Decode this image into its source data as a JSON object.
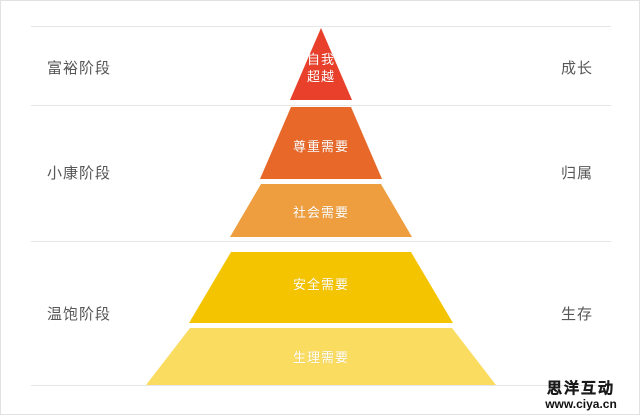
{
  "chart_data": {
    "type": "pyramid",
    "title": "",
    "levels": [
      {
        "label": "自我超越",
        "color": "#E8402A",
        "rank": 5,
        "text_lines": [
          "自我",
          "超越"
        ]
      },
      {
        "label": "尊重需要",
        "color": "#E8682A",
        "rank": 4,
        "text_lines": [
          "尊重需要"
        ]
      },
      {
        "label": "社会需要",
        "color": "#EE9E3E",
        "rank": 3,
        "text_lines": [
          "社会需要"
        ]
      },
      {
        "label": "安全需要",
        "color": "#F5C400",
        "rank": 2,
        "text_lines": [
          "安全需要"
        ]
      },
      {
        "label": "生理需要",
        "color": "#FADC60",
        "rank": 1,
        "text_lines": [
          "生理需要"
        ]
      }
    ],
    "left_axis_label": "",
    "right_axis_label": "",
    "left_groups": [
      {
        "label": "富裕阶段",
        "covers": [
          "自我超越"
        ]
      },
      {
        "label": "小康阶段",
        "covers": [
          "尊重需要",
          "社会需要"
        ]
      },
      {
        "label": "温饱阶段",
        "covers": [
          "安全需要",
          "生理需要"
        ]
      }
    ],
    "right_groups": [
      {
        "label": "成长",
        "covers": [
          "自我超越"
        ]
      },
      {
        "label": "归属",
        "covers": [
          "尊重需要",
          "社会需要"
        ]
      },
      {
        "label": "生存",
        "covers": [
          "安全需要",
          "生理需要"
        ]
      }
    ],
    "grid": true,
    "legend": "none"
  },
  "pyramid": {
    "bands": [
      {
        "name": "self-transcendence",
        "text": "自我\n超越",
        "line1": "自我",
        "line2": "超越",
        "color": "#E8402A"
      },
      {
        "name": "esteem-needs",
        "text": "尊重需要",
        "color": "#E8682A"
      },
      {
        "name": "social-needs",
        "text": "社会需要",
        "color": "#EE9E3E"
      },
      {
        "name": "safety-needs",
        "text": "安全需要",
        "color": "#F5C400"
      },
      {
        "name": "physiological-needs",
        "text": "生理需要",
        "color": "#FADC60"
      }
    ]
  },
  "left_labels": [
    {
      "text": "富裕阶段"
    },
    {
      "text": "小康阶段"
    },
    {
      "text": "温饱阶段"
    }
  ],
  "right_labels": [
    {
      "text": "成长"
    },
    {
      "text": "归属"
    },
    {
      "text": "生存"
    }
  ],
  "watermark": {
    "brand": "思洋互动",
    "url": "www.ciya.cn"
  },
  "colors": {
    "level5": "#E8402A",
    "level4": "#E8682A",
    "level3": "#EE9E3E",
    "level2": "#F5C400",
    "level1": "#FADC60",
    "divider": "#e6e6e6",
    "label_text": "#575757",
    "band_text": "#ffffff",
    "background": "#ffffff"
  }
}
